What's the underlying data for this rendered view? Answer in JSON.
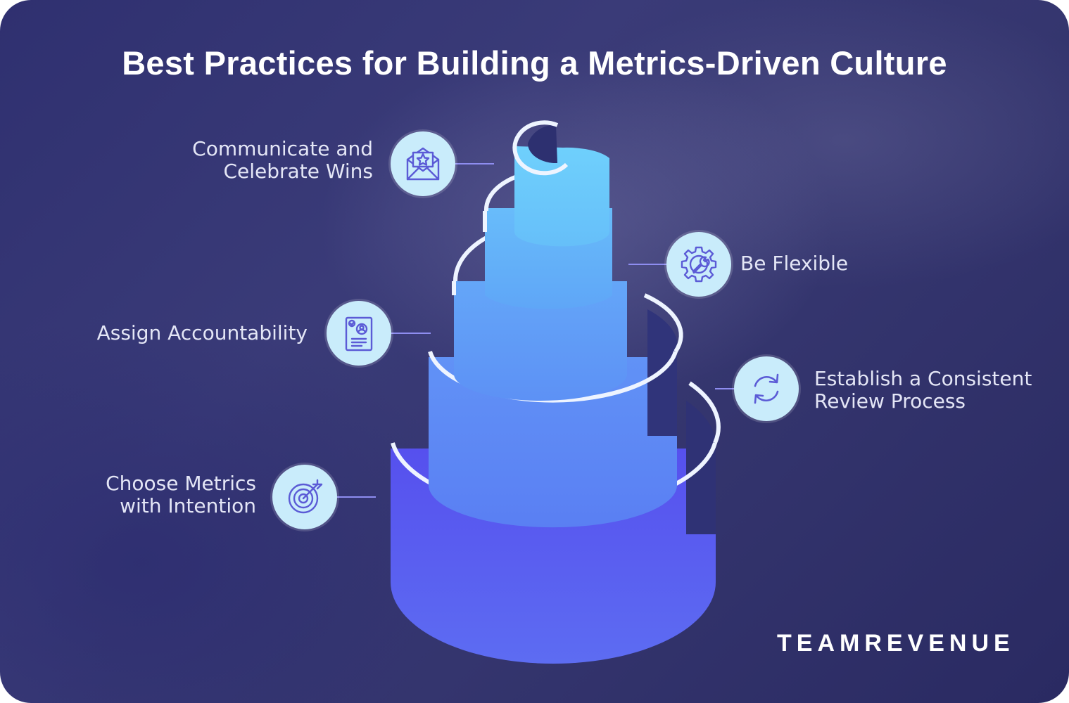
{
  "title": "Best Practices for Building a Metrics-Driven Culture",
  "brand": "TEAMREVENUE",
  "practices": [
    {
      "lines": [
        "Communicate and",
        "Celebrate Wins"
      ],
      "icon": "envelope-star-icon"
    },
    {
      "lines": [
        "Be Flexible"
      ],
      "icon": "gear-wrench-icon"
    },
    {
      "lines": [
        "Assign Accountability"
      ],
      "icon": "profile-document-icon"
    },
    {
      "lines": [
        "Establish a Consistent",
        "Review Process"
      ],
      "icon": "refresh-cycle-icon"
    },
    {
      "lines": [
        "Choose Metrics",
        "with Intention"
      ],
      "icon": "target-arrow-icon"
    }
  ],
  "colors": {
    "background": "#33346f",
    "icon_circle": "#c9ecfb",
    "icon_stroke": "#5b5bd6",
    "connector": "#8e8df0",
    "tier_1": "#6ac9fb",
    "tier_2": "#63b2f9",
    "tier_3": "#5f9bf6",
    "tier_4": "#5c86f3",
    "tier_5": "#5855f0"
  }
}
